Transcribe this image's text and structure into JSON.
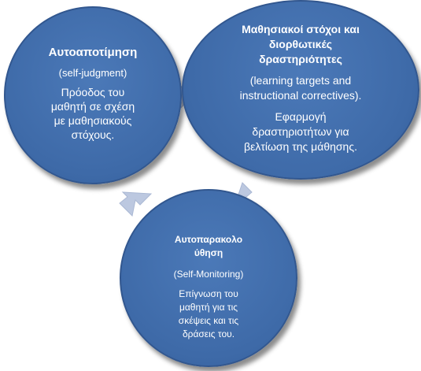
{
  "nodes": {
    "self_judgment": {
      "title": "Αυτοαποτίμηση",
      "subtitle": "(self-judgment)",
      "description": "Πρόοδος του\nμαθητή σε σχέση\nμε  μαθησιακούς\nστόχους."
    },
    "learning_targets": {
      "title": "Μαθησιακοί στόχοι και\nδιορθωτικές\nδραστηριότητες",
      "subtitle": "(learning targets and\ninstructional correctives).",
      "description": "Εφαρμογή\nδραστηριοτήτων για\nβελτίωση της μάθησης."
    },
    "self_monitoring": {
      "title": "Αυτοπαρακολο\nύθηση",
      "subtitle": "(Self-Monitoring)",
      "description": "Επίγνωση του\nμαθητή για τις\nσκέψεις και τις\nδράσεις του."
    }
  },
  "colors": {
    "circle_fill": "#3e6aa8",
    "arrow_fill": "#bcc8e0",
    "text": "#ffffff"
  }
}
